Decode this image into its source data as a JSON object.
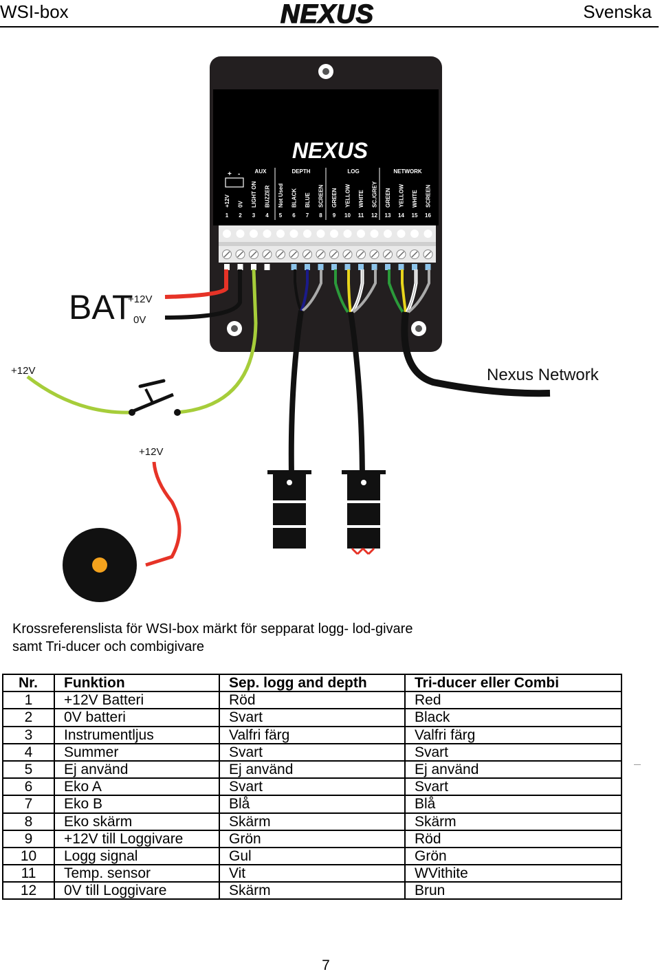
{
  "header": {
    "left": "WSI-box",
    "logo": "NEXUS",
    "right": "Svenska"
  },
  "diagram": {
    "box_logo": "NEXUS",
    "groups": [
      "AUX",
      "DEPTH",
      "LOG",
      "NETWORK"
    ],
    "terminal_labels": [
      "+12V",
      "0V",
      "LIGHT ON",
      "BUZZER",
      "Not Used",
      "BLACK",
      "BLUE",
      "SCREEN",
      "GREEN",
      "YELLOW",
      "WHITE",
      "SC./GREY",
      "GREEN",
      "YELLOW",
      "WHITE",
      "SCREEN"
    ],
    "terminal_numbers": [
      "1",
      "2",
      "3",
      "4",
      "5",
      "6",
      "7",
      "8",
      "9",
      "10",
      "11",
      "12",
      "13",
      "14",
      "15",
      "16"
    ],
    "bat_label": "BAT",
    "bat_plus": "+12V",
    "bat_zero": "0V",
    "switch_plus": "+12V",
    "buzzer_plus": "+12V",
    "network_label": "Nexus Network"
  },
  "intro": {
    "line1": "Krossreferenslista för WSI-box märkt för sepparat logg- lod-givare",
    "line2": "samt Tri-ducer och combigivare"
  },
  "table": {
    "headers": [
      "Nr.",
      "Funktion",
      "Sep. logg and depth",
      "Tri-ducer eller Combi"
    ],
    "rows": [
      [
        "1",
        "+12V Batteri",
        "Röd",
        "Red"
      ],
      [
        "2",
        "0V batteri",
        "Svart",
        "Black"
      ],
      [
        "3",
        "Instrumentljus",
        "Valfri färg",
        "Valfri färg"
      ],
      [
        "4",
        "Summer",
        "Svart",
        "Svart"
      ],
      [
        "5",
        "Ej använd",
        "Ej använd",
        "Ej använd"
      ],
      [
        "6",
        "Eko A",
        "Svart",
        "Svart"
      ],
      [
        "7",
        "Eko B",
        "Blå",
        "Blå"
      ],
      [
        "8",
        "Eko skärm",
        "Skärm",
        "Skärm"
      ],
      [
        "9",
        "+12V till Loggivare",
        "Grön",
        "Röd"
      ],
      [
        "10",
        "Logg signal",
        "Gul",
        "Grön"
      ],
      [
        "11",
        "Temp. sensor",
        "Vit",
        "WVithite"
      ],
      [
        "12",
        "0V till Loggivare",
        "Skärm",
        "Brun"
      ]
    ]
  },
  "page_number": "7",
  "colors": {
    "red": "#e63327",
    "green": "#a6cd3a",
    "yellow": "#e8d51c",
    "blue": "#1b1b8a",
    "orange": "#f4a21d",
    "terminal_blue": "#8dc4ea"
  }
}
